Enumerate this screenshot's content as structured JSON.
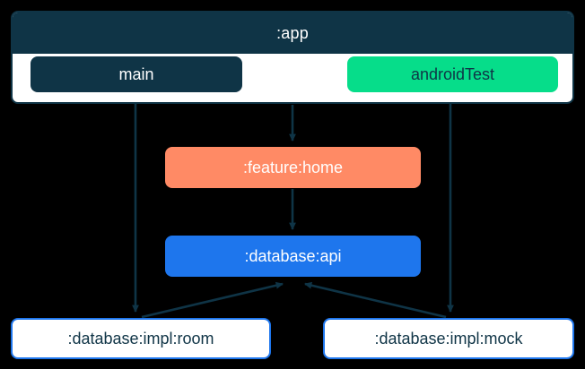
{
  "diagram": {
    "type": "dependency-graph",
    "background_color": "#000000",
    "subgraph": {
      "title": ":app",
      "title_bg_color": "#0F3446",
      "title_text_color": "#FFFFFF",
      "body_bg_color": "#FFFFFF",
      "border_color": "#0F3446",
      "source_sets": [
        {
          "id": "main",
          "label": "main",
          "fill_color": "#0F3446",
          "text_color": "#FFFFFF"
        },
        {
          "id": "androidTest",
          "label": "androidTest",
          "fill_color": "#06DD8A",
          "text_color": "#0F3446"
        }
      ]
    },
    "nodes": [
      {
        "id": "feature-home",
        "label": ":feature:home",
        "fill_color": "#FF8A65",
        "text_color": "#FFFFFF"
      },
      {
        "id": "database-api",
        "label": ":database:api",
        "fill_color": "#1E76ED",
        "text_color": "#FFFFFF"
      },
      {
        "id": "database-impl-room",
        "label": ":database:impl:room",
        "fill_color": "#FFFFFF",
        "border_color": "#1E76ED",
        "text_color": "#0F3446"
      },
      {
        "id": "database-impl-mock",
        "label": ":database:impl:mock",
        "fill_color": "#FFFFFF",
        "border_color": "#1E76ED",
        "text_color": "#0F3446"
      }
    ],
    "edges": [
      {
        "from": "main",
        "to": "database-impl-room"
      },
      {
        "from": ":app",
        "to": "feature-home"
      },
      {
        "from": "androidTest",
        "to": "database-impl-mock"
      },
      {
        "from": "feature-home",
        "to": "database-api"
      },
      {
        "from": "database-impl-room",
        "to": "database-api"
      },
      {
        "from": "database-impl-mock",
        "to": "database-api"
      }
    ],
    "edge_color": "#0F3446"
  }
}
